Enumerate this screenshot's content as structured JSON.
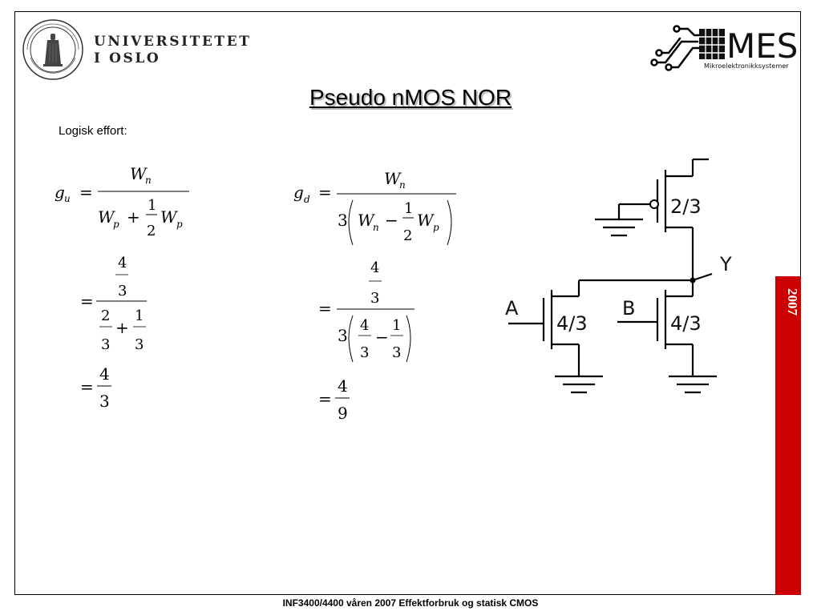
{
  "header": {
    "university_line1": "UNIVERSITETET",
    "university_line2": "I OSLO",
    "mes_logo_text": "MES",
    "mes_logo_sub": "Mikroelektronikksystemer"
  },
  "slide": {
    "title": "Pseudo nMOS NOR",
    "subtitle": "Logisk effort:",
    "year": "2007"
  },
  "circuit": {
    "pmos_ratio": "2/3",
    "nmos_a_ratio": "4/3",
    "nmos_b_ratio": "4/3",
    "input_a": "A",
    "input_b": "B",
    "output": "Y"
  },
  "footer": {
    "text": "INF3400/4400 våren 2007 Effektforbruk og statisk CMOS"
  },
  "colors": {
    "accent_red": "#cc0000"
  }
}
